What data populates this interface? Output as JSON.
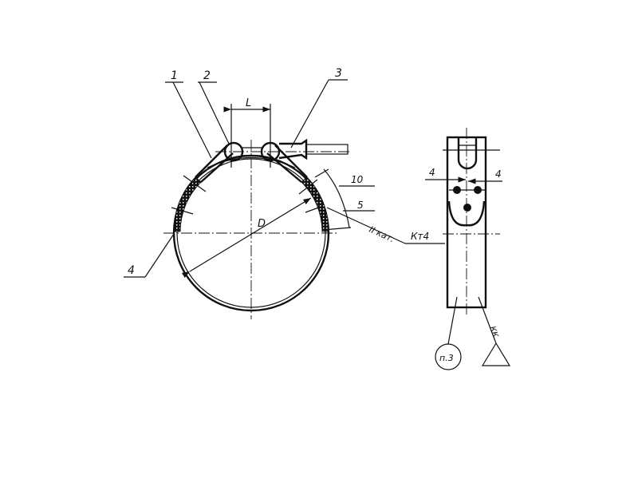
{
  "drawing": {
    "callouts": [
      "1",
      "2",
      "3",
      "4"
    ],
    "dim_length": "L",
    "dim_diameter": "D",
    "weld_length_1": "10",
    "weld_length_2": "5",
    "weld_category": "II кат.",
    "weld_type": "Кт4",
    "side_dim_left": "4",
    "side_dim_right": "4",
    "note_ref": "п.3",
    "weld_mark": "КК"
  },
  "colors": {
    "ink": "#111111",
    "paper": "#ffffff"
  }
}
